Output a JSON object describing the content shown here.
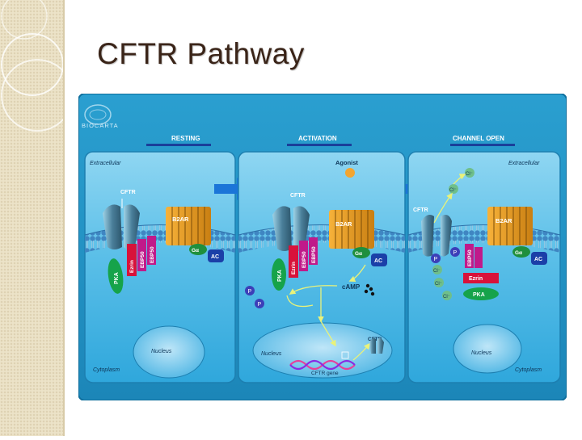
{
  "slide": {
    "title": "CFTR Pathway"
  },
  "diagram": {
    "logo_text": "BIOCARTA",
    "stages": [
      "RESTING",
      "ACTIVATION",
      "CHANNEL OPEN"
    ],
    "labels": {
      "extracellular": "Extracellular",
      "cytoplasm": "Cytoplasm",
      "nucleus": "Nucleus",
      "agonist": "Agonist",
      "cftr": "CFTR",
      "b2ar": "B2AR",
      "galpha": "Gα",
      "ac": "AC",
      "pka": "PKA",
      "ezrin": "Ezrin",
      "ebp50": "EBP50",
      "camp": "cAMP",
      "cftr_gene": "CFTR gene",
      "phosphate": "P",
      "chloride": "Cl⁻"
    }
  }
}
